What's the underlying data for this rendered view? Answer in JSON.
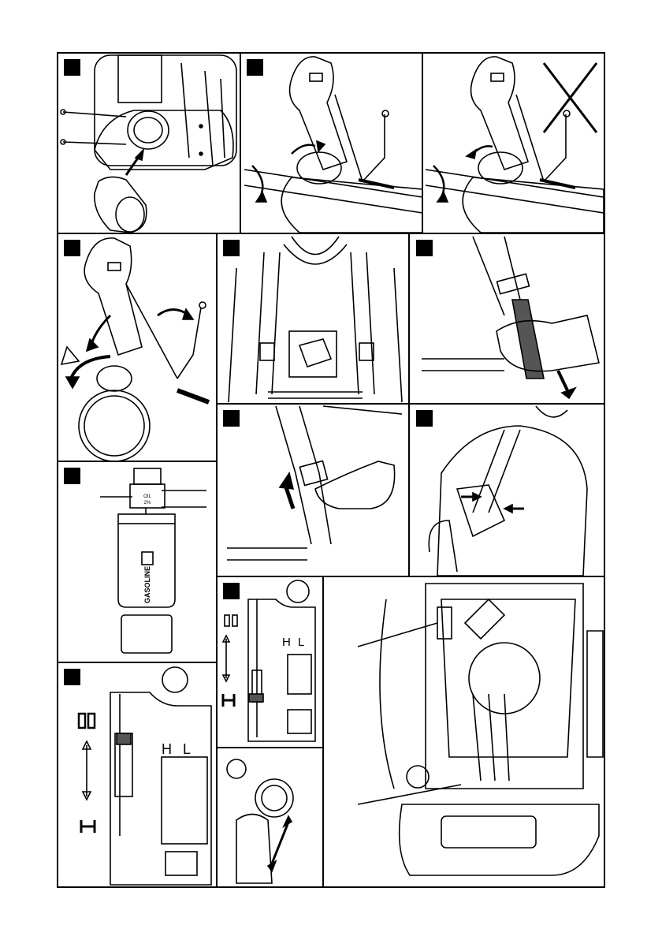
{
  "figures": {
    "bottle": {
      "cap_text_1": "OIL",
      "cap_text_2": "2%",
      "body_text": "GASOLINE"
    },
    "lever_a": {
      "h_label": "H",
      "l_label": "L"
    },
    "lever_b": {
      "h_label": "H",
      "l_label": "L"
    }
  },
  "colors": {
    "line": "#000000",
    "panel_border": "#000000",
    "background": "#ffffff",
    "hatch": "#333333"
  },
  "icons": [
    "x-mark-icon",
    "arrow-icon",
    "choke-open-icon",
    "choke-closed-icon",
    "double-arrow-icon"
  ]
}
